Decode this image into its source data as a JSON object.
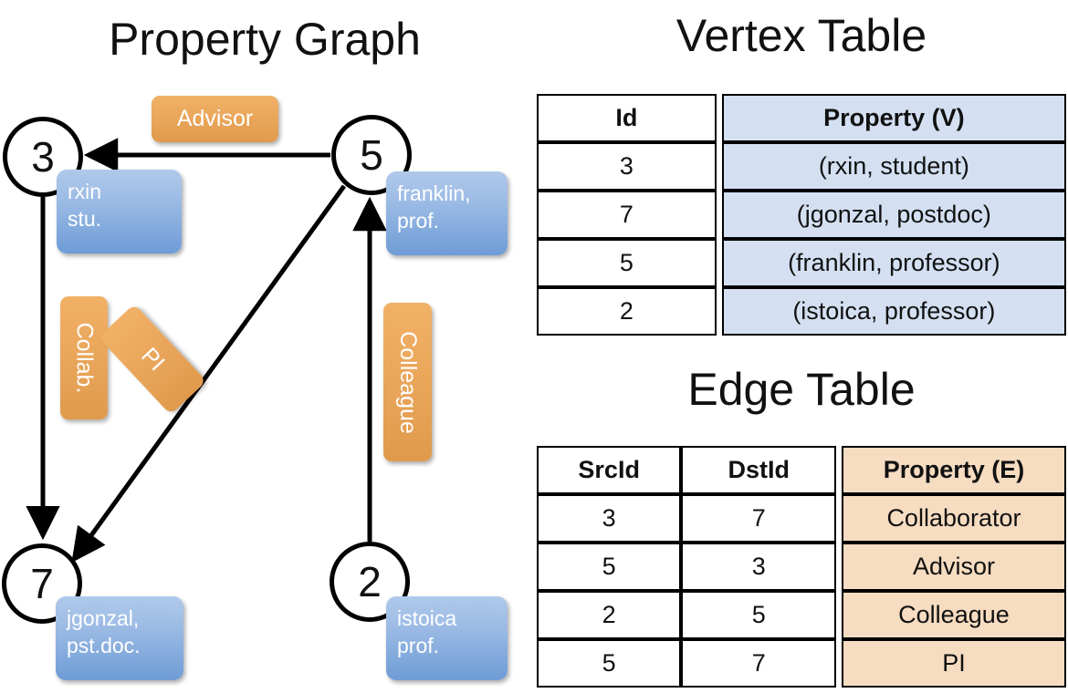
{
  "titles": {
    "property_graph": "Property Graph",
    "vertex_table": "Vertex Table",
    "edge_table": "Edge Table"
  },
  "graph": {
    "nodes": [
      {
        "id": "3",
        "property": "rxin\nstu."
      },
      {
        "id": "5",
        "property": "franklin,\nprof."
      },
      {
        "id": "7",
        "property": "jgonzal,\npst.doc."
      },
      {
        "id": "2",
        "property": "istoica\nprof."
      }
    ],
    "node_labels": {
      "n3": "3",
      "n5": "5",
      "n7": "7",
      "n2": "2"
    },
    "node_props": {
      "rxin_line1": "rxin",
      "rxin_line2": "stu.",
      "franklin_line1": "franklin,",
      "franklin_line2": "prof.",
      "jgonzal_line1": "jgonzal,",
      "jgonzal_line2": "pst.doc.",
      "istoica_line1": "istoica",
      "istoica_line2": "prof."
    },
    "edge_labels": {
      "advisor": "Advisor",
      "collab": "Collab.",
      "pi": "PI",
      "colleague": "Colleague"
    },
    "edges": [
      {
        "src": "5",
        "dst": "3",
        "label": "Advisor"
      },
      {
        "src": "3",
        "dst": "7",
        "label": "Collab."
      },
      {
        "src": "5",
        "dst": "7",
        "label": "PI"
      },
      {
        "src": "2",
        "dst": "5",
        "label": "Colleague"
      }
    ]
  },
  "vertex_table": {
    "headers": [
      "Id",
      "Property (V)"
    ],
    "rows": [
      {
        "id": "3",
        "property": "(rxin, student)"
      },
      {
        "id": "7",
        "property": "(jgonzal, postdoc)"
      },
      {
        "id": "5",
        "property": "(franklin, professor)"
      },
      {
        "id": "2",
        "property": "(istoica, professor)"
      }
    ]
  },
  "edge_table": {
    "headers": [
      "SrcId",
      "DstId",
      "Property (E)"
    ],
    "rows": [
      {
        "src": "3",
        "dst": "7",
        "property": "Collaborator"
      },
      {
        "src": "5",
        "dst": "3",
        "property": "Advisor"
      },
      {
        "src": "2",
        "dst": "5",
        "property": "Colleague"
      },
      {
        "src": "5",
        "dst": "7",
        "property": "PI"
      }
    ]
  },
  "colors": {
    "vertex_property_fill": "#d4e0f2",
    "edge_property_fill": "#f6dcc1",
    "node_property_box": "#6e9cd6",
    "edge_label_box": "#eaa75c",
    "stroke": "#000000"
  }
}
